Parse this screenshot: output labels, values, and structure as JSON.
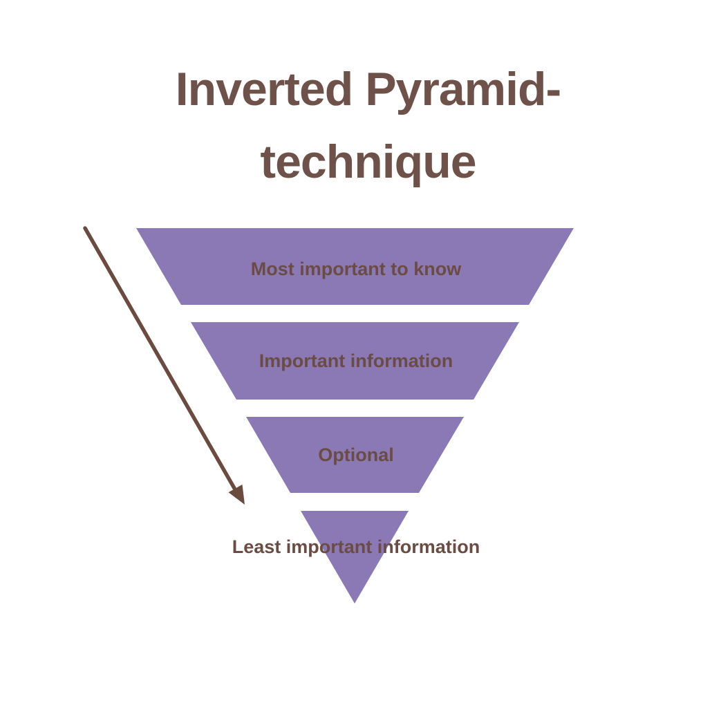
{
  "title": {
    "line1": "Inverted Pyramid-",
    "line2": "technique"
  },
  "pyramid": {
    "levels": [
      {
        "label": "Most important to know"
      },
      {
        "label": "Important information"
      },
      {
        "label": "Optional"
      },
      {
        "label": "Least important information"
      }
    ]
  },
  "icons": {
    "flow_arrow": "diagonal-arrow-down-right"
  },
  "colors": {
    "purple": "#8A79B5",
    "brown_title": "#6E5148",
    "brown_label": "#6B4C44",
    "brown_arrow": "#6B4A40",
    "background": "#FFFFFF"
  }
}
